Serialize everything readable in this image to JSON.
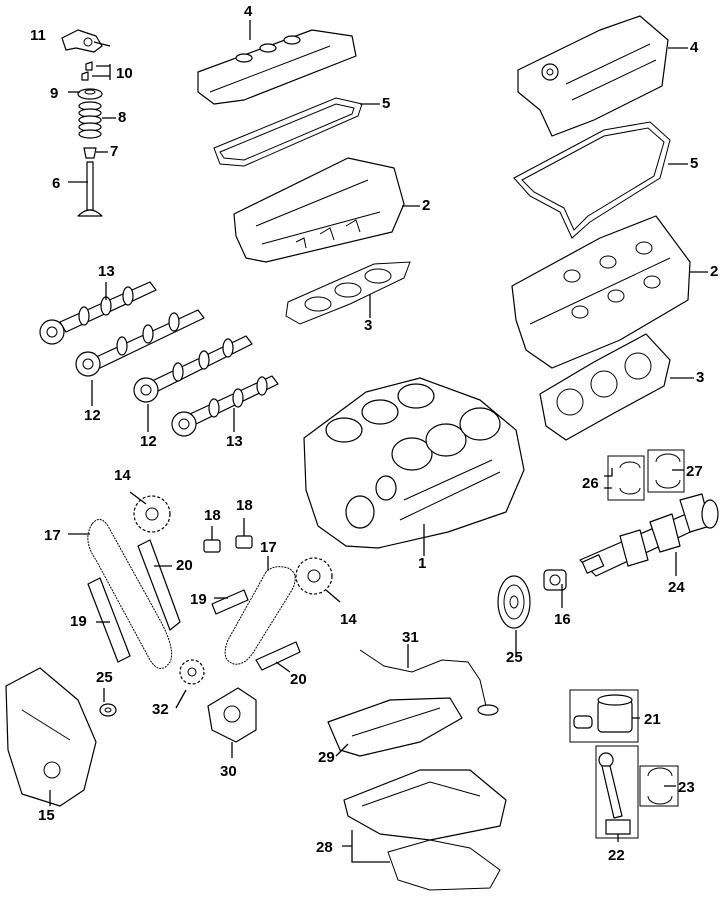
{
  "callouts": [
    {
      "id": "c1",
      "text": "1"
    },
    {
      "id": "c2a",
      "text": "2"
    },
    {
      "id": "c2b",
      "text": "2"
    },
    {
      "id": "c3a",
      "text": "3"
    },
    {
      "id": "c3b",
      "text": "3"
    },
    {
      "id": "c4a",
      "text": "4"
    },
    {
      "id": "c4b",
      "text": "4"
    },
    {
      "id": "c5a",
      "text": "5"
    },
    {
      "id": "c5b",
      "text": "5"
    },
    {
      "id": "c6",
      "text": "6"
    },
    {
      "id": "c7",
      "text": "7"
    },
    {
      "id": "c8",
      "text": "8"
    },
    {
      "id": "c9",
      "text": "9"
    },
    {
      "id": "c10",
      "text": "10"
    },
    {
      "id": "c11",
      "text": "11"
    },
    {
      "id": "c12a",
      "text": "12"
    },
    {
      "id": "c12b",
      "text": "12"
    },
    {
      "id": "c13a",
      "text": "13"
    },
    {
      "id": "c13b",
      "text": "13"
    },
    {
      "id": "c14a",
      "text": "14"
    },
    {
      "id": "c14b",
      "text": "14"
    },
    {
      "id": "c15",
      "text": "15"
    },
    {
      "id": "c16",
      "text": "16"
    },
    {
      "id": "c17a",
      "text": "17"
    },
    {
      "id": "c17b",
      "text": "17"
    },
    {
      "id": "c18a",
      "text": "18"
    },
    {
      "id": "c18b",
      "text": "18"
    },
    {
      "id": "c19a",
      "text": "19"
    },
    {
      "id": "c19b",
      "text": "19"
    },
    {
      "id": "c20a",
      "text": "20"
    },
    {
      "id": "c20b",
      "text": "20"
    },
    {
      "id": "c21",
      "text": "21"
    },
    {
      "id": "c22",
      "text": "22"
    },
    {
      "id": "c23",
      "text": "23"
    },
    {
      "id": "c24",
      "text": "24"
    },
    {
      "id": "c25a",
      "text": "25"
    },
    {
      "id": "c25b",
      "text": "25"
    },
    {
      "id": "c26",
      "text": "26"
    },
    {
      "id": "c27",
      "text": "27"
    },
    {
      "id": "c28",
      "text": "28"
    },
    {
      "id": "c29",
      "text": "29"
    },
    {
      "id": "c30",
      "text": "30"
    },
    {
      "id": "c31",
      "text": "31"
    },
    {
      "id": "c32",
      "text": "32"
    }
  ]
}
